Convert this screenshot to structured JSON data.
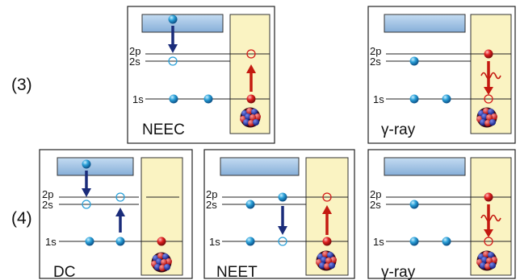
{
  "rows": [
    {
      "label": "(3)"
    },
    {
      "label": "(4)"
    }
  ],
  "levels": {
    "l2p": "2p",
    "l2s": "2s",
    "l1s": "1s"
  },
  "panels": [
    {
      "caption": "NEEC"
    },
    {
      "caption": "γ-ray"
    },
    {
      "caption": "DC"
    },
    {
      "caption": "NEET"
    },
    {
      "caption": "γ-ray"
    }
  ],
  "colors": {
    "continuum": "#a7c8e8",
    "nucleus_box": "#faf3c2",
    "electron": "#2aa0d8",
    "excited_nucleus": "#e02020",
    "arrow_dark": "#1a2c7a",
    "arrow_red": "#c41a10"
  }
}
